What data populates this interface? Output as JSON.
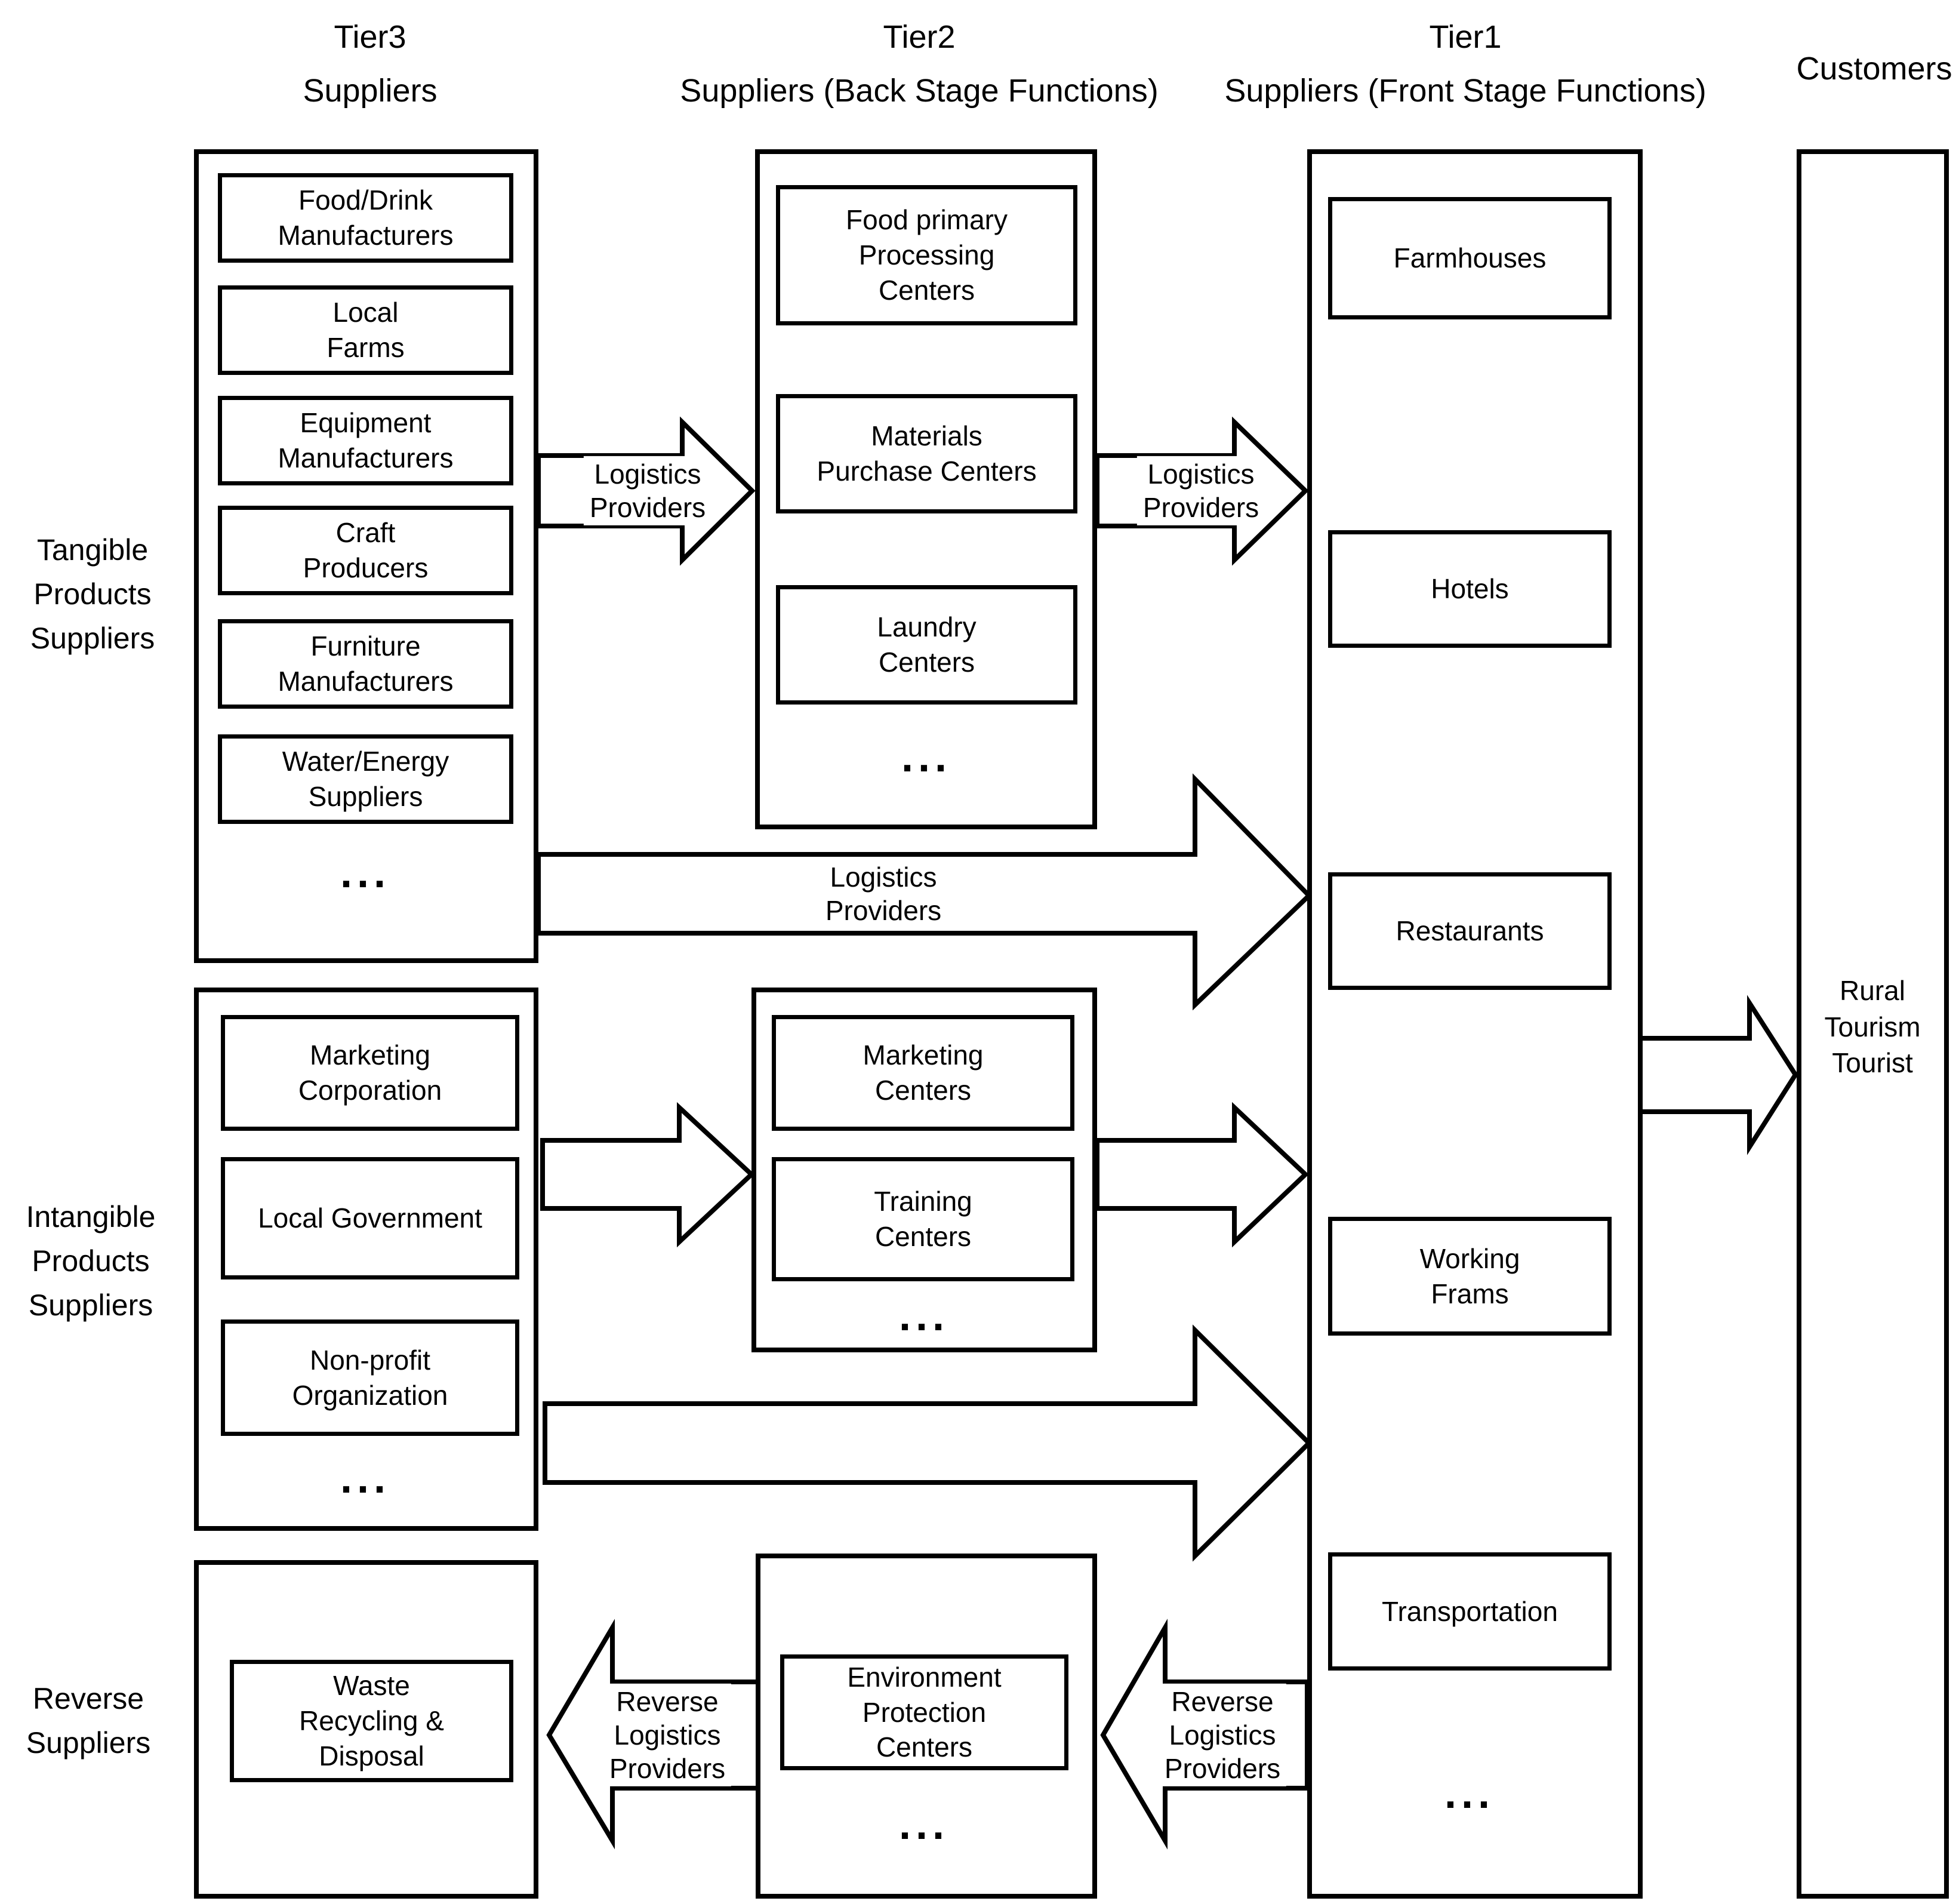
{
  "headers": {
    "tier3": {
      "line1": "Tier3",
      "line2": "Suppliers"
    },
    "tier2": {
      "line1": "Tier2",
      "line2": "Suppliers (Back Stage Functions)"
    },
    "tier1": {
      "line1": "Tier1",
      "line2": "Suppliers (Front Stage Functions)"
    },
    "customers": "Customers"
  },
  "side_labels": {
    "tangible": "Tangible\nProducts\nSuppliers",
    "intangible": "Intangible\nProducts\nSuppliers",
    "reverse": "Reverse\nSuppliers"
  },
  "tier3_tangible": {
    "boxes": [
      "Food/Drink\nManufacturers",
      "Local\nFarms",
      "Equipment\nManufacturers",
      "Craft\nProducers",
      "Furniture\nManufacturers",
      "Water/Energy\nSuppliers"
    ],
    "ellipsis": "..."
  },
  "tier2_backstage": {
    "boxes": [
      "Food primary\nProcessing\nCenters",
      "Materials\nPurchase Centers",
      "Laundry\nCenters"
    ],
    "ellipsis": "..."
  },
  "tier1": {
    "boxes": [
      "Farmhouses",
      "Hotels",
      "Restaurants",
      "Working\nFrams",
      "Transportation"
    ],
    "ellipsis": "..."
  },
  "customers_box": {
    "label": "Rural\nTourism\nTourist"
  },
  "tier3_intangible": {
    "boxes": [
      "Marketing\nCorporation",
      "Local Government",
      "Non-profit\nOrganization"
    ],
    "ellipsis": "..."
  },
  "tier2_intangible": {
    "boxes": [
      "Marketing\nCenters",
      "Training\nCenters"
    ],
    "ellipsis": "..."
  },
  "tier3_reverse": {
    "boxes": [
      "Waste\nRecycling &\nDisposal"
    ]
  },
  "tier2_reverse": {
    "boxes": [
      "Environment\nProtection\nCenters"
    ],
    "ellipsis": "..."
  },
  "arrow_labels": {
    "logistics_t3_t2": "Logistics\nProviders",
    "logistics_t2_t1": "Logistics\nProviders",
    "logistics_t3_t1": "Logistics\nProviders",
    "reverse_t2_t3": "Reverse\nLogistics\nProviders",
    "reverse_t1_t2": "Reverse\nLogistics\nProviders"
  },
  "colors": {
    "line": "#000000",
    "background": "#ffffff"
  }
}
